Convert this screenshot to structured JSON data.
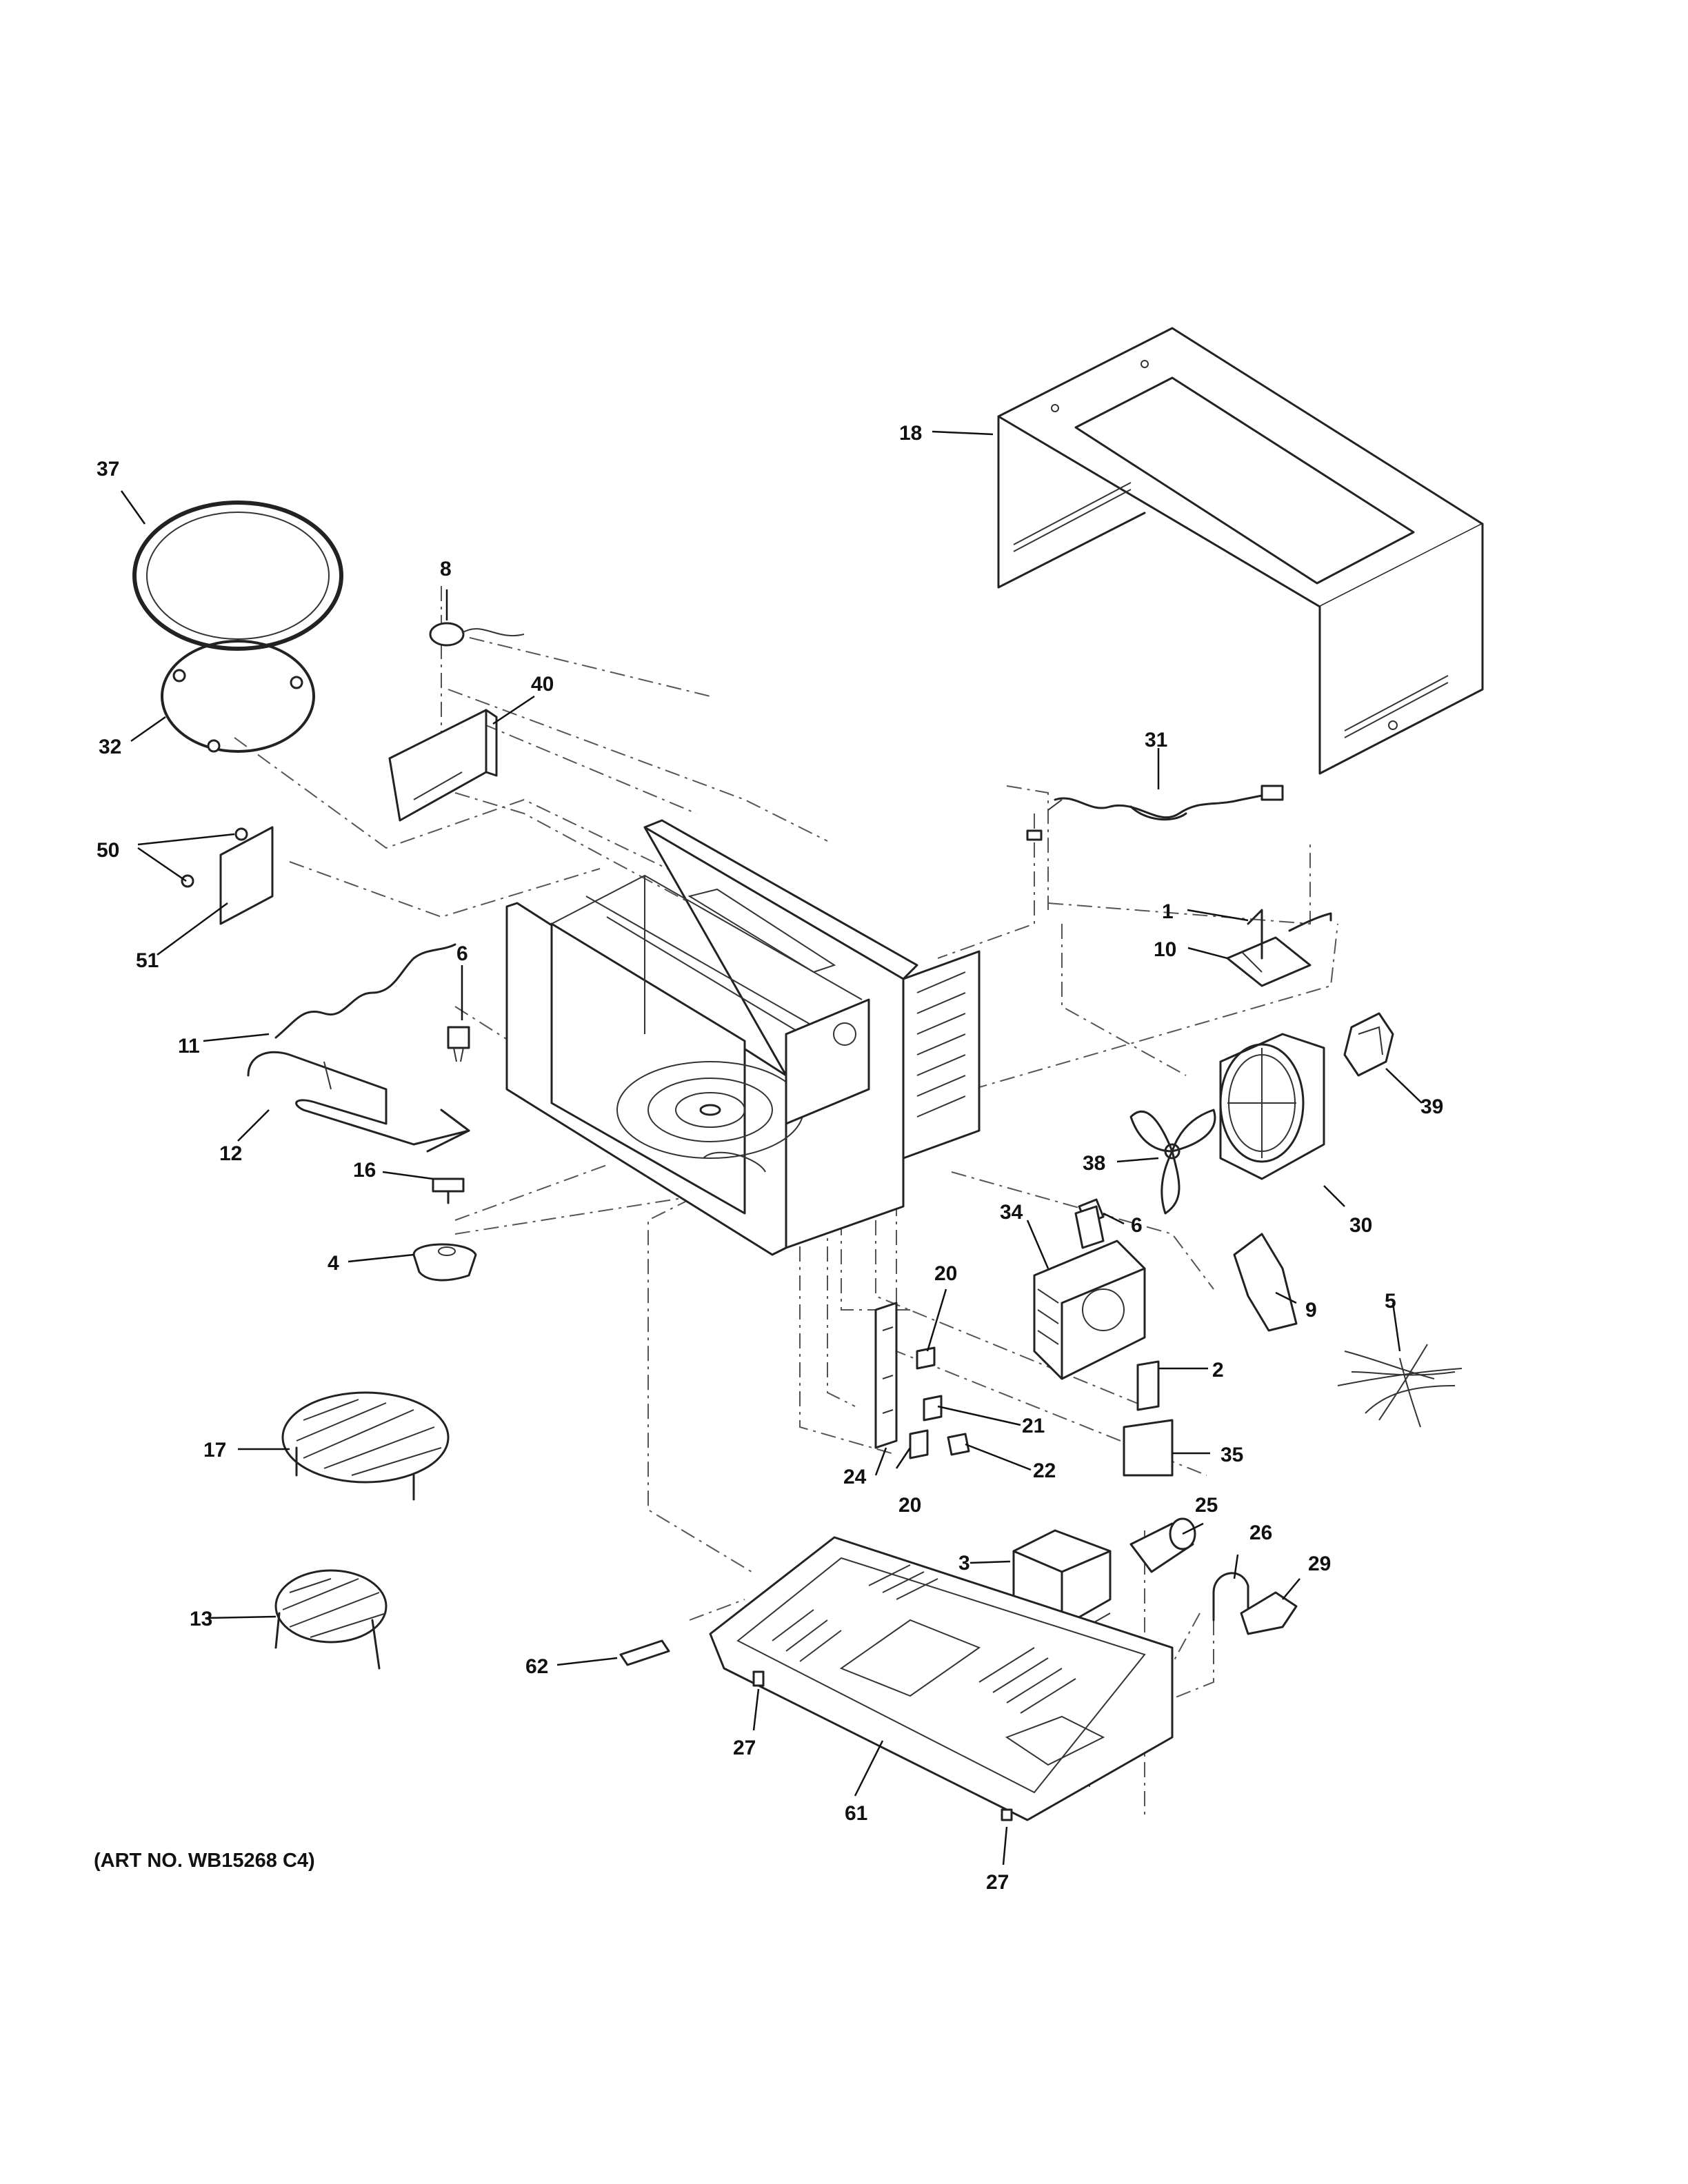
{
  "art_number": "(ART NO. WB15268 C4)",
  "callouts": {
    "c1": "1",
    "c2": "2",
    "c3": "3",
    "c4": "4",
    "c5": "5",
    "c6a": "6",
    "c6b": "6",
    "c8": "8",
    "c9": "9",
    "c10": "10",
    "c11": "11",
    "c12": "12",
    "c13": "13",
    "c16": "16",
    "c17": "17",
    "c18": "18",
    "c20a": "20",
    "c20b": "20",
    "c21": "21",
    "c22": "22",
    "c24": "24",
    "c25": "25",
    "c26": "26",
    "c27a": "27",
    "c27b": "27",
    "c29": "29",
    "c30": "30",
    "c31": "31",
    "c32": "32",
    "c34": "34",
    "c35": "35",
    "c37": "37",
    "c38": "38",
    "c39": "39",
    "c40": "40",
    "c50": "50",
    "c51": "51",
    "c61": "61",
    "c62": "62"
  }
}
